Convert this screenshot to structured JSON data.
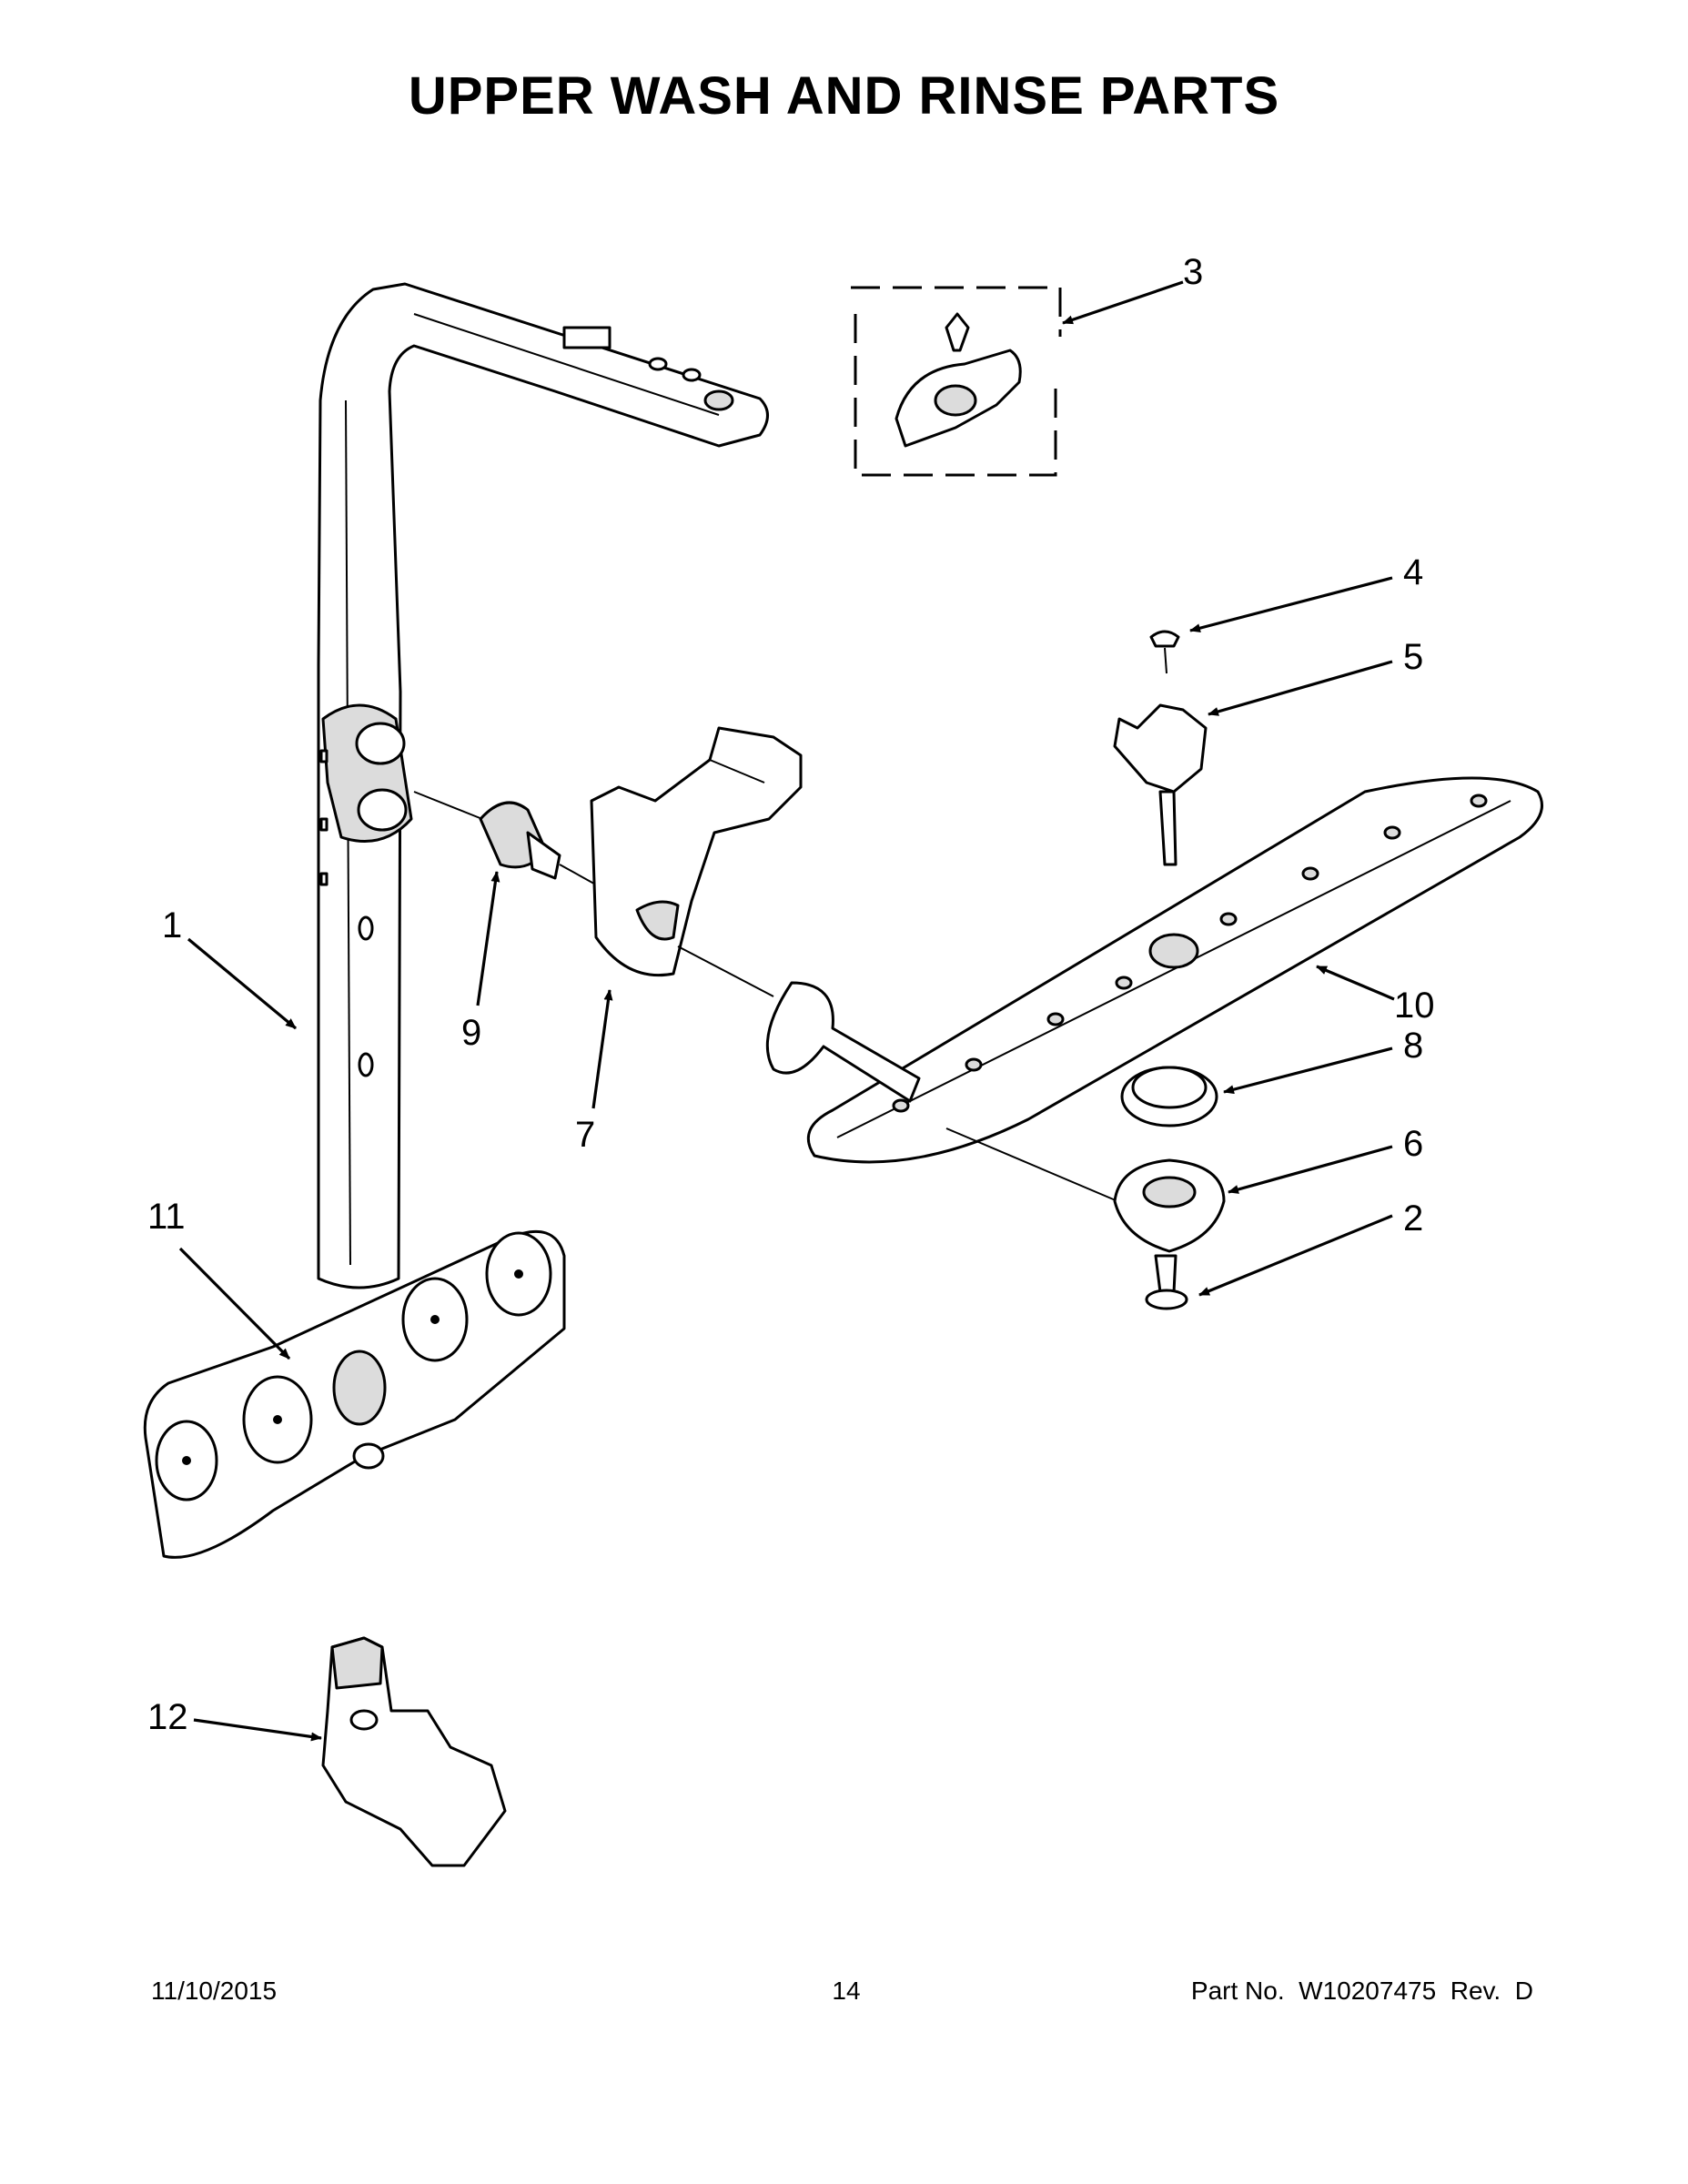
{
  "title": "UPPER WASH AND RINSE PARTS",
  "callouts": [
    "1",
    "2",
    "3",
    "4",
    "5",
    "6",
    "7",
    "8",
    "9",
    "10",
    "11",
    "12"
  ],
  "footer": {
    "date": "11/10/2015",
    "page": "14",
    "part_no": "Part No.  W10207475  Rev.  D"
  }
}
